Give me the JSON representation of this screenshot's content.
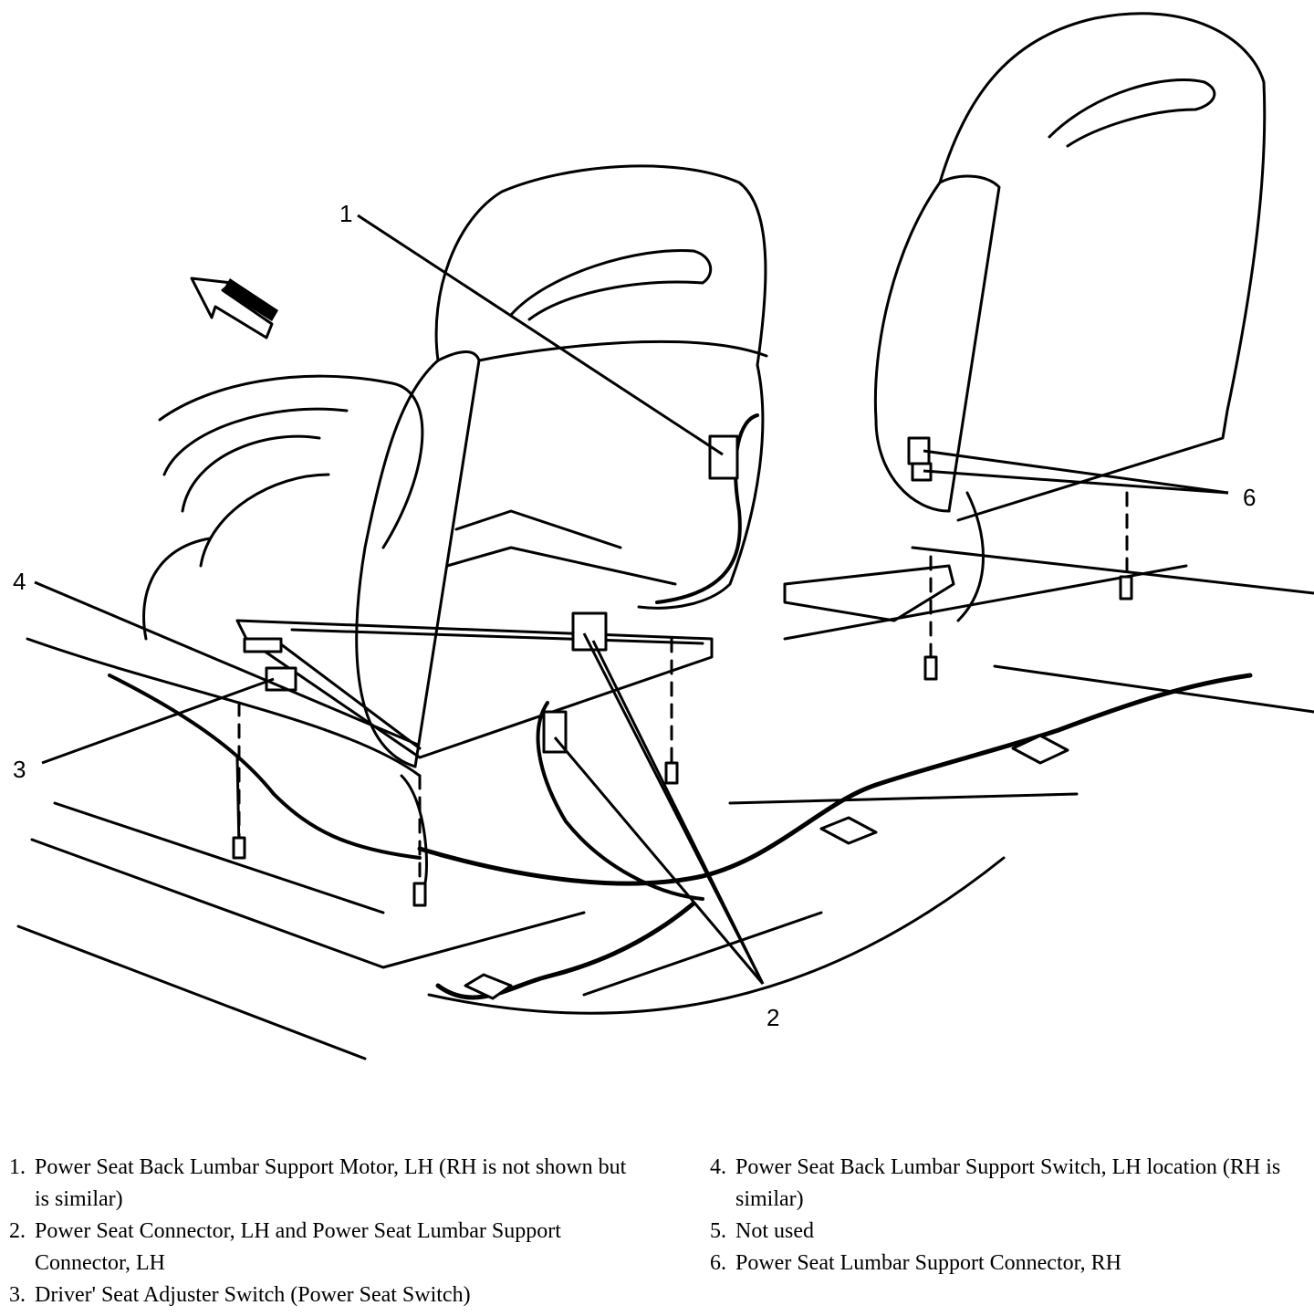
{
  "callouts": {
    "c1": "1",
    "c2": "2",
    "c3": "3",
    "c4": "4",
    "c6": "6"
  },
  "legend": {
    "items": [
      {
        "num": "1.",
        "text": "Power Seat Back Lumbar Support Motor, LH (RH is not shown but is similar)"
      },
      {
        "num": "2.",
        "text": "Power Seat Connector, LH and Power Seat Lumbar Support Connector, LH"
      },
      {
        "num": "3.",
        "text": "Driver' Seat Adjuster Switch (Power Seat Switch)"
      },
      {
        "num": "4.",
        "text": "Power Seat Back Lumbar Support Switch, LH location (RH is similar)"
      },
      {
        "num": "5.",
        "text": "Not used"
      },
      {
        "num": "6.",
        "text": "Power Seat Lumbar Support Connector, RH"
      }
    ]
  }
}
